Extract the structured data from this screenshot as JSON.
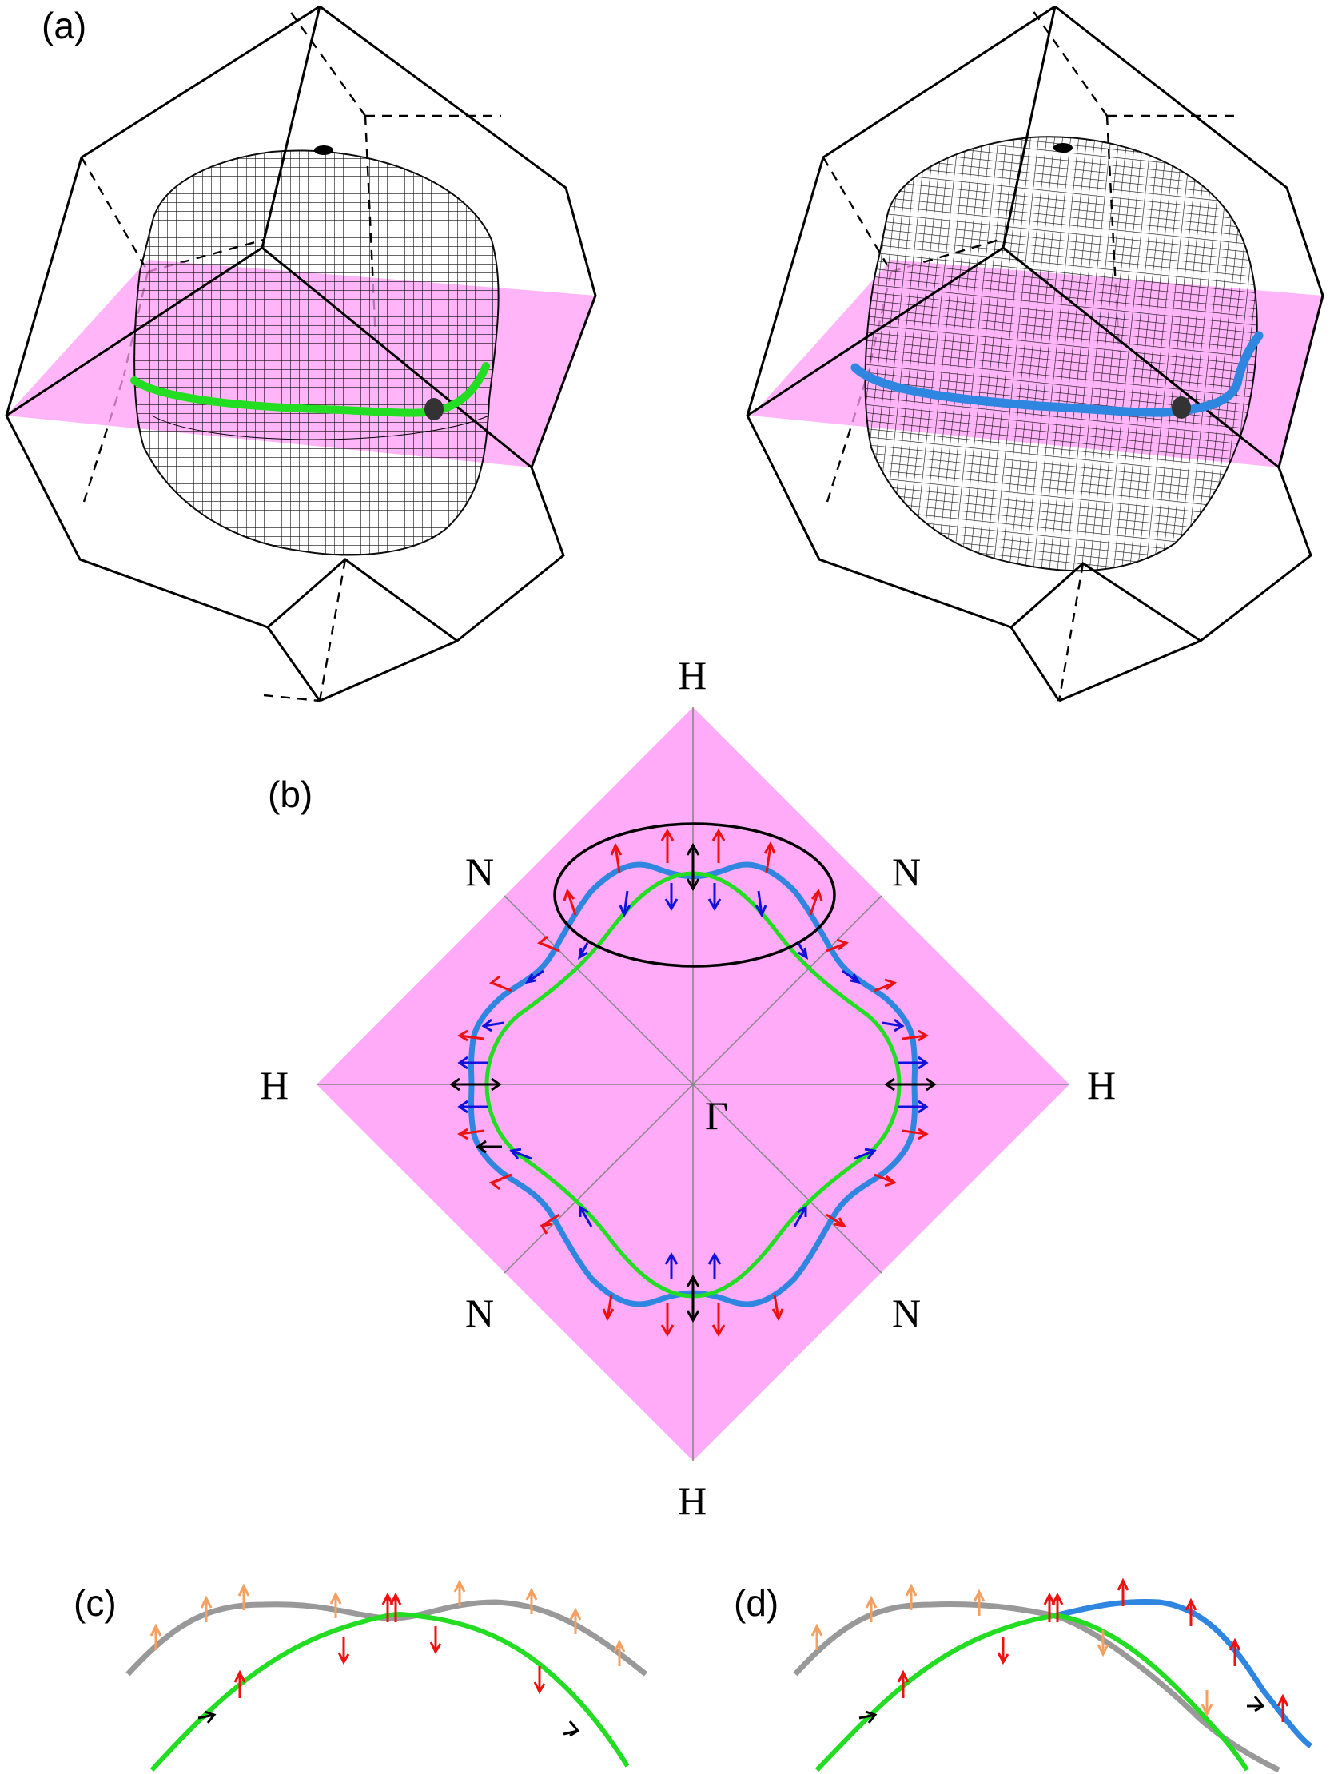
{
  "figure": {
    "panel_labels": {
      "a": "(a)",
      "b": "(b)",
      "c": "(c)",
      "d": "(d)"
    },
    "symmetry_labels": {
      "H": "H",
      "N": "N",
      "Gamma": "Γ"
    }
  },
  "colors": {
    "plane": "#ff9cf6",
    "green_contour": "#22dd22",
    "blue_contour": "#2f86e0",
    "gray_contour": "#999999",
    "red_arrow": "#ee1111",
    "blue_arrow": "#1111dd",
    "orange_arrow": "#f5a060",
    "black": "#000000"
  }
}
